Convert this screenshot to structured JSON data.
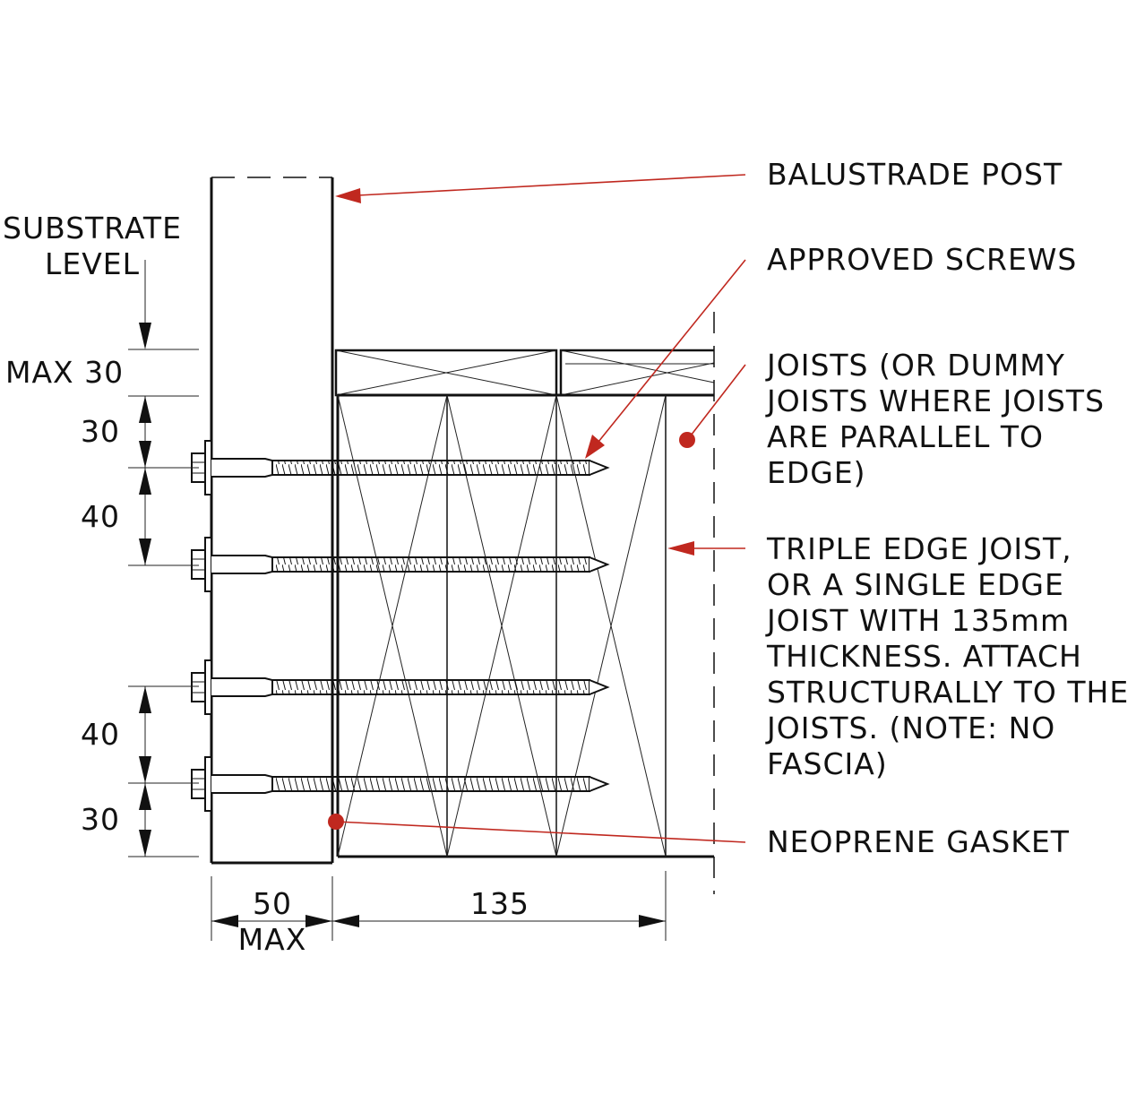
{
  "labels": {
    "balustrade_post": "BALUSTRADE POST",
    "approved_screws": "APPROVED SCREWS",
    "joists": [
      "JOISTS (OR DUMMY",
      "JOISTS WHERE JOISTS",
      "ARE PARALLEL TO",
      "EDGE)"
    ],
    "edge_joist": [
      "TRIPLE EDGE JOIST,",
      "OR A SINGLE EDGE",
      "JOIST WITH 135mm",
      "THICKNESS. ATTACH",
      "STRUCTURALLY TO THE",
      "JOISTS. (NOTE: NO",
      "FASCIA)"
    ],
    "neoprene_gasket": "NEOPRENE GASKET",
    "substrate_level": [
      "SUBSTRATE",
      "LEVEL"
    ]
  },
  "dimensions": {
    "max_30": "MAX 30",
    "top_30": "30",
    "upper_40": "40",
    "lower_40": "40",
    "bottom_30": "30",
    "width_50": "50",
    "width_max": "MAX",
    "width_135": "135"
  },
  "colors": {
    "leader": "#c0281f",
    "line": "#111111"
  }
}
